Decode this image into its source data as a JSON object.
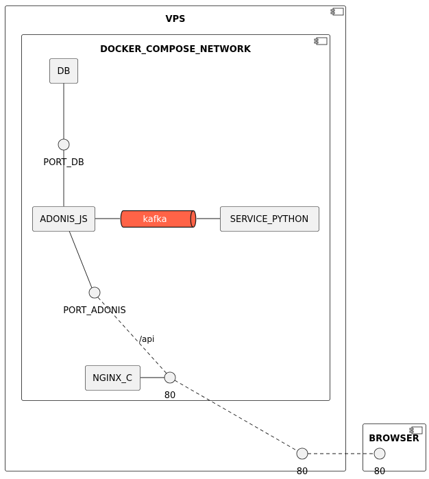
{
  "diagram": {
    "frames": {
      "vps": "VPS",
      "network": "DOCKER_COMPOSE_NETWORK",
      "browser": "BROWSER"
    },
    "components": {
      "db": "DB",
      "adonis": "ADONIS_JS",
      "service_python": "SERVICE_PYTHON",
      "nginx": "NGINX_C"
    },
    "queue": {
      "label": "kafka",
      "color": "#FF6347"
    },
    "interfaces": {
      "port_db": "PORT_DB",
      "port_adonis": "PORT_ADONIS",
      "nginx_port": "80",
      "vps_port": "80",
      "browser_port": "80"
    },
    "edges": {
      "api_label": "/api"
    },
    "colors": {
      "node_fill": "#F1F1F1",
      "stroke": "#181818"
    }
  }
}
